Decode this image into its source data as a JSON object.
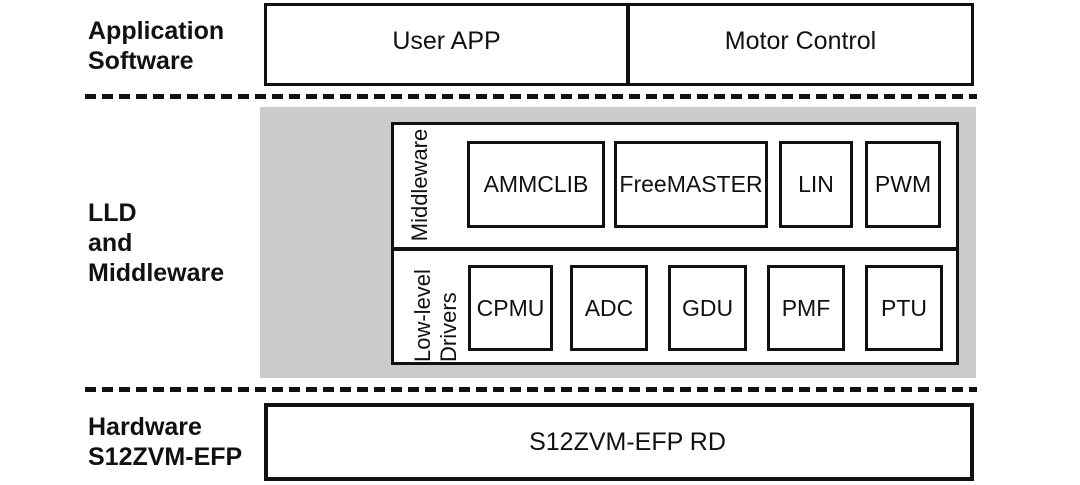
{
  "colors": {
    "background": "#ffffff",
    "border": "#111111",
    "gray_panel": "#cbcbcb",
    "text": "#111111"
  },
  "left_labels": {
    "application": [
      "Application",
      "Software"
    ],
    "lld": [
      "LLD",
      "and",
      "Middleware"
    ],
    "hardware": [
      "Hardware",
      "S12ZVM-EFP"
    ]
  },
  "application_layer": {
    "boxes": [
      "User APP",
      "Motor Control"
    ]
  },
  "lld_layer": {
    "middleware": {
      "side_label": "Middleware",
      "boxes": [
        "AMMCLIB",
        "FreeMASTER",
        "LIN",
        "PWM"
      ]
    },
    "drivers": {
      "side_label": [
        "Low-level",
        "Drivers"
      ],
      "boxes": [
        "CPMU",
        "ADC",
        "GDU",
        "PMF",
        "PTU"
      ]
    }
  },
  "hardware_layer": {
    "box": "S12ZVM-EFP RD"
  }
}
